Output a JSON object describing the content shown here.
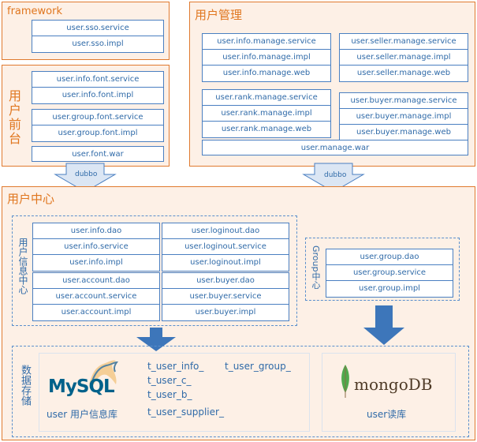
{
  "framework": {
    "title": "framework",
    "items": [
      "user.sso.service",
      "user.sso.impl"
    ]
  },
  "front": {
    "title": "用户前台",
    "group1": [
      "user.info.font.service",
      "user.info.font.impl"
    ],
    "group2": [
      "user.group.font.service",
      "user.group.font.impl"
    ],
    "war": "user.font.war"
  },
  "manage": {
    "title": "用户管理",
    "info": [
      "user.info.manage.service",
      "user.info.manage.impl",
      "user.info.manage.web"
    ],
    "seller": [
      "user.seller.manage.service",
      "user.seller.manage.impl",
      "user.seller.manage.web"
    ],
    "rank": [
      "user.rank.manage.service",
      "user.rank.manage.impl",
      "user.rank.manage.web"
    ],
    "buyer": [
      "user.buyer.manage.service",
      "user.buyer.manage.impl",
      "user.buyer.manage.web"
    ],
    "war": "user.manage.war"
  },
  "arrows": {
    "left_label": "dubbo",
    "right_label": "dubbo"
  },
  "center": {
    "title": "用户中心",
    "info_center_label": "用户信息中心",
    "info": [
      "user.info.dao",
      "user.info.service",
      "user.info.impl"
    ],
    "loginout": [
      "user.loginout.dao",
      "user.loginout.service",
      "user.loginout.impl"
    ],
    "account": [
      "user.account.dao",
      "user.account.service",
      "user.account.impl"
    ],
    "buyer": [
      "user.buyer.dao",
      "user.buyer.service",
      "user.buyer.impl"
    ],
    "group_center_label": "Group中心",
    "group": [
      "user.group.dao",
      "user.group.service",
      "user.group.impl"
    ]
  },
  "storage": {
    "label": "数据存储",
    "mysql_logo": "MySQL",
    "mysql_db": "user 用户信息库",
    "tables_col1": [
      "t_user_info_",
      "t_user_c_",
      "t_user_b_",
      "t_user_supplier_"
    ],
    "tables_col2": [
      "t_user_group_"
    ],
    "mongo_logo": "mongoDB",
    "mongo_db": "user读库"
  },
  "colors": {
    "orange": "#e07a2f",
    "panel_bg": "#fdf0e6",
    "blue": "#4a7fc1",
    "arrow_blue": "#3d76ba"
  }
}
